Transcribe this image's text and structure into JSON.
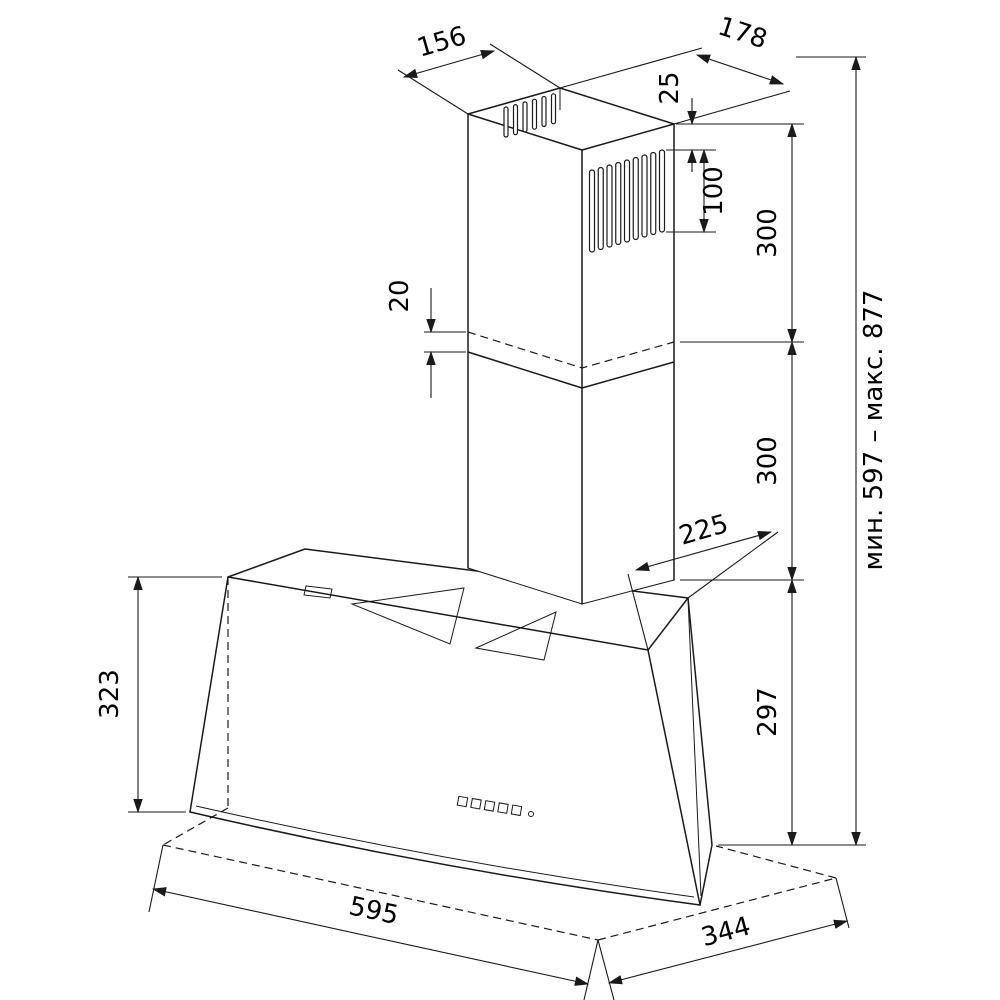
{
  "colors": {
    "line": "#1a1a1a",
    "background": "#ffffff"
  },
  "drawing": {
    "type": "technical-dimension-drawing",
    "subject": "wall-mounted inclined cooker hood with telescopic chimney duct",
    "labels": {
      "duct_depth": "156",
      "duct_width": "178",
      "vent_slot_offset": "25",
      "vent_slot_height": "100",
      "upper_duct_height": "300",
      "duct_overlap": "20",
      "lower_duct_height": "300",
      "hood_top_depth": "225",
      "hood_body_height": "297",
      "hood_front_height": "323",
      "hood_width": "595",
      "hood_depth": "344",
      "total_height_range": "мин. 597 – макс. 877"
    }
  }
}
